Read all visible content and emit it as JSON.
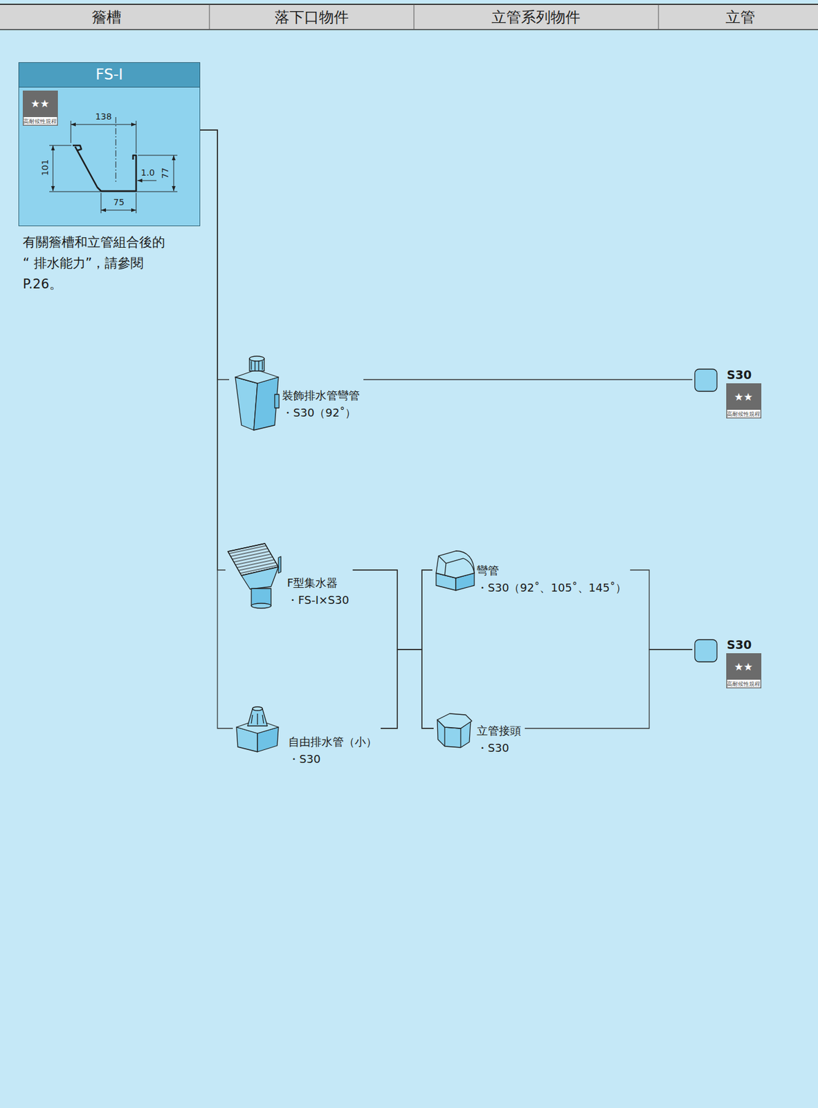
{
  "diagram": {
    "nodes": [
      {
        "text": [
          "FS-Ⅰ"
        ]
      },
      {
        "text": [
          "裝飾排水管彎管",
          "・S30（92˚）"
        ]
      },
      {
        "text": [
          "F型集水器",
          "・FS-Ⅰ×S30"
        ]
      },
      {
        "text": [
          "自由排水管（小）",
          "・S30"
        ]
      },
      {
        "text": [
          "彎管",
          "・S30（92˚、105˚、145˚）"
        ]
      },
      {
        "text": [
          "立管接頭",
          "・S30"
        ]
      },
      {
        "text": [
          "S30"
        ]
      },
      {
        "text": [
          "S30"
        ]
      }
    ],
    "edges": [
      {
        "from": 0,
        "to": 1,
        "arrow": "none"
      },
      {
        "from": 0,
        "to": 2,
        "arrow": "none"
      },
      {
        "from": 0,
        "to": 3,
        "arrow": "none"
      },
      {
        "from": 2,
        "to": 4,
        "arrow": "none"
      },
      {
        "from": 2,
        "to": 5,
        "arrow": "none"
      },
      {
        "from": 3,
        "to": 4,
        "arrow": "none"
      },
      {
        "from": 3,
        "to": 5,
        "arrow": "none"
      },
      {
        "from": 4,
        "to": 7,
        "arrow": "none"
      },
      {
        "from": 5,
        "to": 7,
        "arrow": "none"
      },
      {
        "from": 1,
        "to": 6,
        "arrow": "none"
      }
    ],
    "labels": [
      "簷槽",
      "落下口物件",
      "立管系列物件",
      "立管",
      "★★",
      "高耐候性規程",
      "138",
      "101",
      "1.0",
      "77",
      "75",
      "有關簷槽和立管組合後的 “ 排水能力”，請參閱P.26。",
      "★★",
      "高耐候性規程",
      "★★",
      "高耐候性規程"
    ]
  }
}
